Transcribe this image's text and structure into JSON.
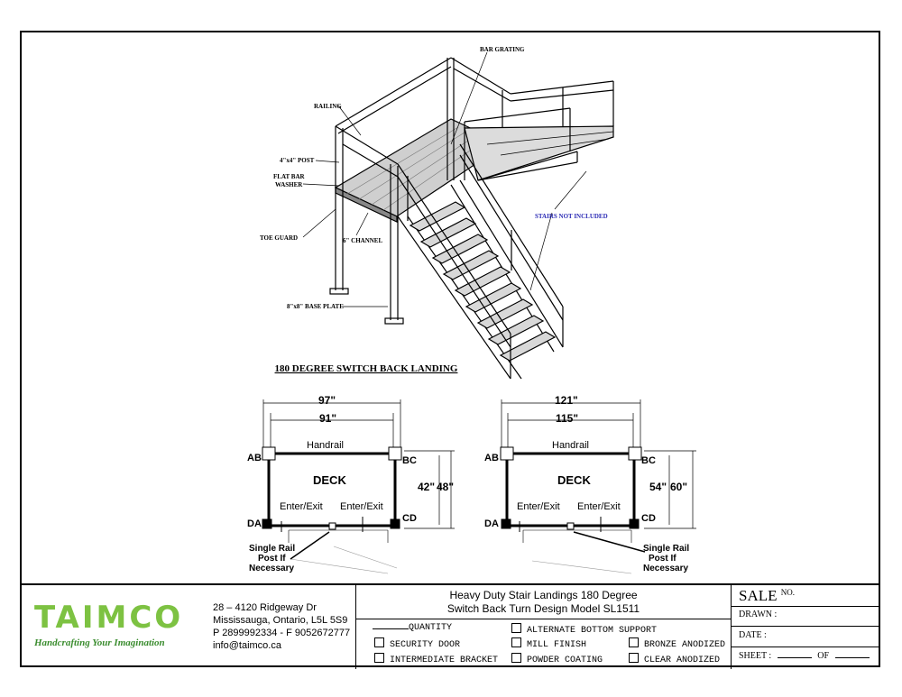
{
  "labels": {
    "bar_grating": "BAR GRATING",
    "railing": "RAILING",
    "post": "4\"x4\" POST",
    "flat_bar_washer_1": "FLAT BAR",
    "flat_bar_washer_2": "WASHER",
    "toe_guard": "TOE GUARD",
    "channel": "6\" CHANNEL",
    "base_plate": "8\"x8\" BASE PLATE",
    "stairs_not_included": "STAIRS NOT INCLUDED",
    "landing_title": "180 DEGREE SWITCH BACK LANDING"
  },
  "plans": [
    {
      "outer_width": "97\"",
      "inner_width": "91\"",
      "depth_inner": "42\"",
      "depth_outer": "48\"",
      "handrail": "Handrail",
      "deck": "DECK",
      "enter_exit_1": "Enter/Exit",
      "enter_exit_2": "Enter/Exit",
      "corner_ab": "AB",
      "corner_bc": "BC",
      "corner_da": "DA",
      "corner_cd": "CD",
      "note_1": "Single Rail",
      "note_2": "Post If",
      "note_3": "Necessary"
    },
    {
      "outer_width": "121\"",
      "inner_width": "115\"",
      "depth_inner": "54\"",
      "depth_outer": "60\"",
      "handrail": "Handrail",
      "deck": "DECK",
      "enter_exit_1": "Enter/Exit",
      "enter_exit_2": "Enter/Exit",
      "corner_ab": "AB",
      "corner_bc": "BC",
      "corner_da": "DA",
      "corner_cd": "CD",
      "note_1": "Single Rail",
      "note_2": "Post If",
      "note_3": "Necessary"
    }
  ],
  "title_block": {
    "logo_text": "TAIMCO",
    "tagline": "Handcrafting Your Imagination",
    "address": [
      "28 – 4120 Ridgeway Dr",
      "Mississauga, Ontario, L5L 5S9",
      "P 2899992334 - F 9052672777",
      "info@taimco.ca"
    ],
    "title_1": "Heavy Duty Stair Landings 180 Degree",
    "title_2": "Switch Back Turn Design Model SL1511",
    "quantity": "QUANTITY",
    "options": {
      "security_door": "SECURITY DOOR",
      "intermediate_bracket": "INTERMEDIATE BRACKET",
      "alternate_bottom_support": "ALTERNATE BOTTOM SUPPORT",
      "mill_finish": "MILL FINISH",
      "powder_coating": "POWDER COATING",
      "bronze_anodized": "BRONZE ANODIZED",
      "clear_anodized": "CLEAR ANODIZED"
    },
    "sale": "SALE",
    "sale_no": "NO.",
    "drawn": "DRAWN :",
    "date": "DATE :",
    "sheet": "SHEET :",
    "of": "OF"
  },
  "colors": {
    "logo_green": "#7dc242",
    "logo_blue": "#1f4e9c",
    "stairs_note": "#2b2bb5"
  }
}
